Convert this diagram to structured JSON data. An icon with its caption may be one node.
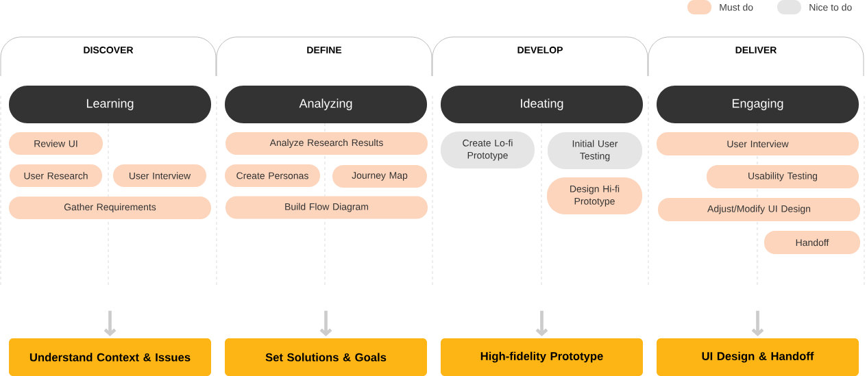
{
  "diagram": {
    "nodes": [
      {
        "text": [
          "DISCOVER"
        ]
      },
      {
        "text": [
          "DEFINE"
        ]
      },
      {
        "text": [
          "DEVELOP"
        ]
      },
      {
        "text": [
          "DELIVER"
        ]
      },
      {
        "text": [
          "Learning"
        ]
      },
      {
        "text": [
          "Review UI"
        ]
      },
      {
        "text": [
          "User Research"
        ]
      },
      {
        "text": [
          "User Interview"
        ]
      },
      {
        "text": [
          "Gather Requirements"
        ]
      },
      {
        "text": [
          "Analyzing"
        ]
      },
      {
        "text": [
          "Analyze Research Results"
        ]
      },
      {
        "text": [
          "Create Personas"
        ]
      },
      {
        "text": [
          "Journey Map"
        ]
      },
      {
        "text": [
          "Build Flow Diagram"
        ]
      },
      {
        "text": [
          "Ideating"
        ]
      },
      {
        "text": [
          "Create Lo-fi Prototype"
        ]
      },
      {
        "text": [
          "Initial User Testing"
        ]
      },
      {
        "text": [
          "Design Hi-fi Prototype"
        ]
      },
      {
        "text": [
          "Engaging"
        ]
      },
      {
        "text": [
          "User Interview"
        ]
      },
      {
        "text": [
          "Usability Testing"
        ]
      },
      {
        "text": [
          "Adjust/Modify UI Design"
        ]
      },
      {
        "text": [
          "Handoff"
        ]
      },
      {
        "text": [
          "Understand Context & Issues"
        ]
      },
      {
        "text": [
          "Set Solutions & Goals"
        ]
      },
      {
        "text": [
          "High-fidelity Prototype"
        ]
      },
      {
        "text": [
          "UI Design  & Handoff"
        ]
      }
    ],
    "edges": [
      {
        "from": null,
        "to": 23,
        "arrow": "to"
      },
      {
        "from": null,
        "to": 24,
        "arrow": "to"
      },
      {
        "from": null,
        "to": 25,
        "arrow": "to"
      },
      {
        "from": null,
        "to": 26,
        "arrow": "to"
      }
    ],
    "legend": [
      {
        "text": "Must do",
        "color": "#fdd5bc"
      },
      {
        "text": "Nice to do",
        "color": "#e5e5e5"
      }
    ]
  }
}
